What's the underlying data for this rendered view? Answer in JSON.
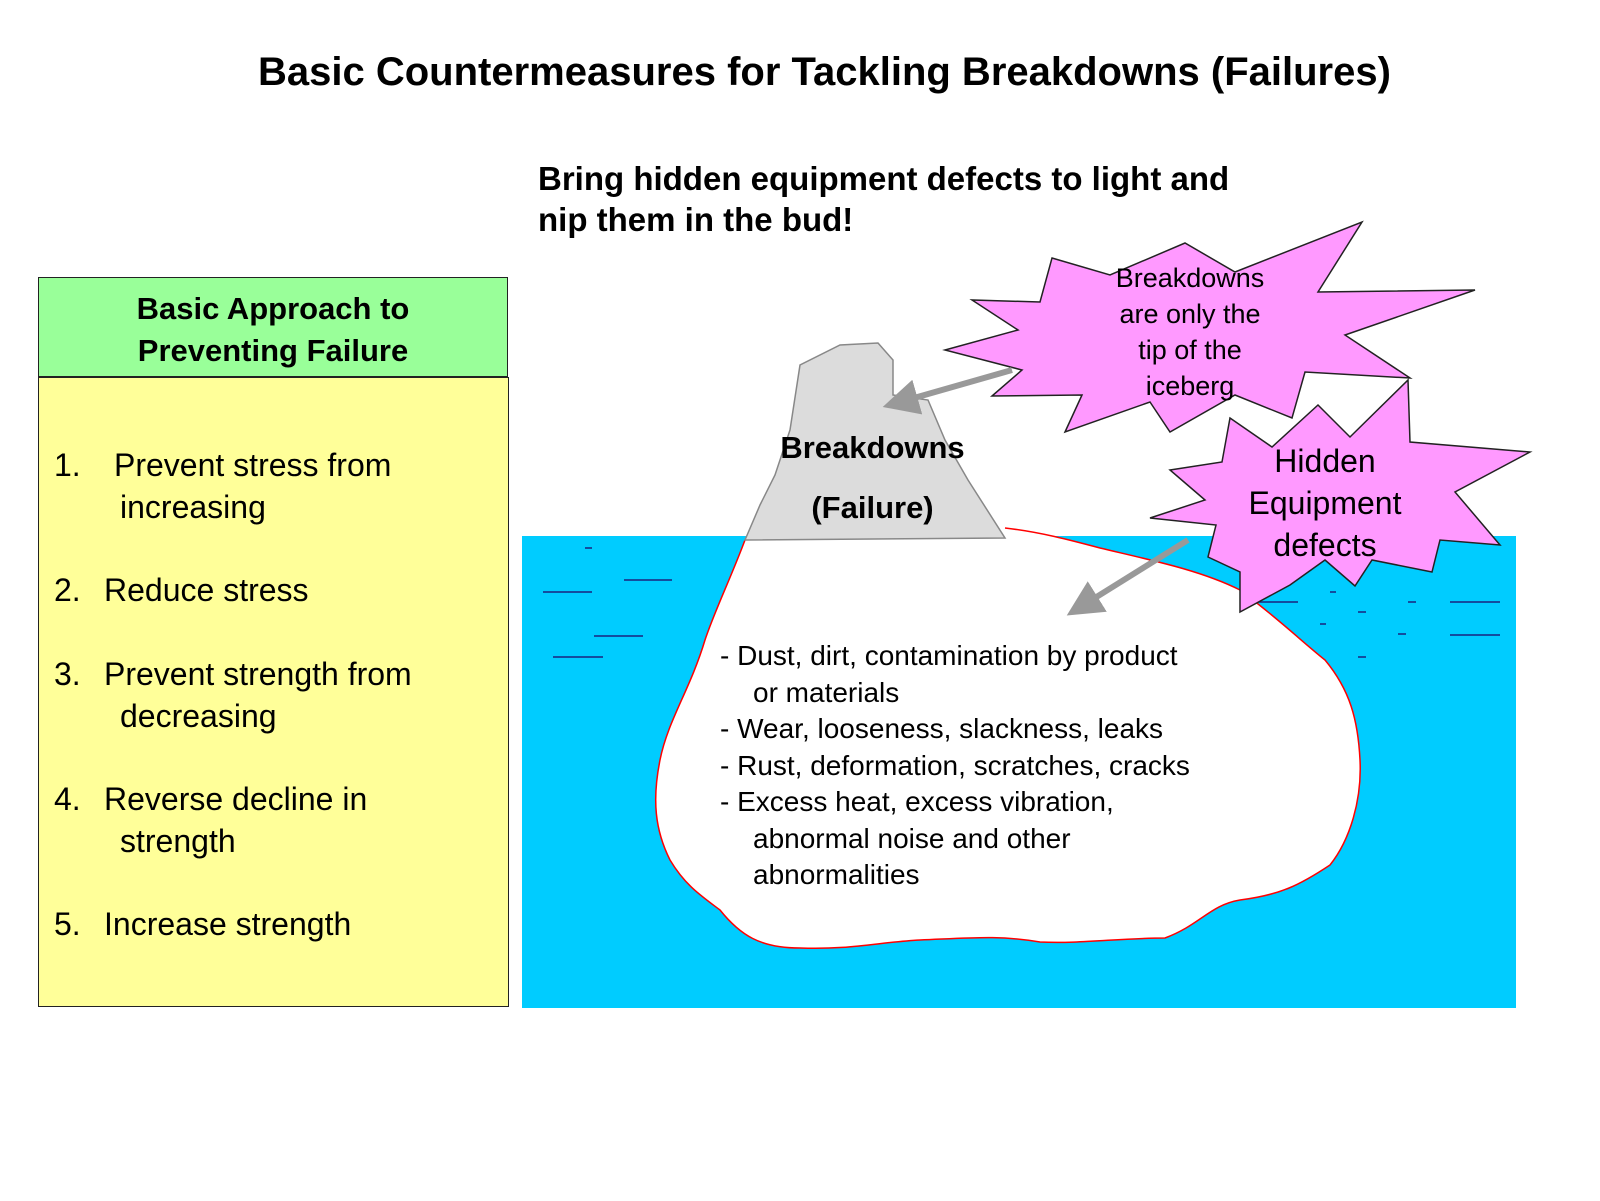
{
  "title": "Basic Countermeasures for Tackling Breakdowns (Failures)",
  "subtitle": [
    "Bring hidden equipment defects to light and",
    "nip them in the bud!"
  ],
  "approach_box": {
    "heading": [
      "Basic Approach to",
      "Preventing Failure"
    ],
    "items": [
      {
        "num": "1.",
        "lines": [
          "Prevent stress from",
          "increasing"
        ]
      },
      {
        "num": "2.",
        "lines": [
          "Reduce stress"
        ]
      },
      {
        "num": "3.",
        "lines": [
          "Prevent strength from",
          "decreasing"
        ]
      },
      {
        "num": "4.",
        "lines": [
          "Reverse decline in",
          "strength"
        ]
      },
      {
        "num": "5.",
        "lines": [
          "Increase strength"
        ]
      }
    ]
  },
  "iceberg": {
    "tip_label": [
      "Breakdowns",
      "(Failure)"
    ],
    "hidden_defects": [
      [
        "- Dust, dirt, contamination by product",
        "or materials"
      ],
      [
        "- Wear, looseness, slackness, leaks"
      ],
      [
        "- Rust, deformation, scratches, cracks"
      ],
      [
        "- Excess heat, excess vibration,",
        "abnormal noise and other",
        "abnormalities"
      ]
    ]
  },
  "callouts": {
    "tip": [
      "Breakdowns",
      "are only the",
      "tip of the",
      "iceberg"
    ],
    "hidden": [
      "Hidden",
      "Equipment",
      "defects"
    ]
  },
  "colors": {
    "header_green": "#99ff99",
    "body_yellow": "#ffff99",
    "water": "#00ccff",
    "burst": "#ff99ff",
    "iceberg_outline": "#ff0000",
    "arrow": "#999999"
  }
}
